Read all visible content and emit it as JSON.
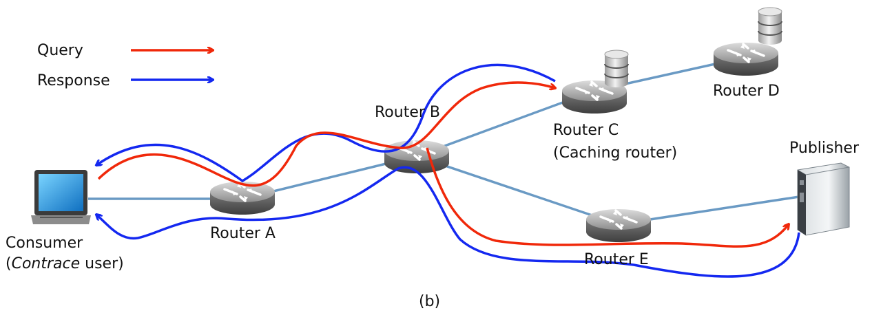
{
  "legend": {
    "query_label": "Query",
    "response_label": "Response"
  },
  "nodes": {
    "consumer_label": "Consumer",
    "consumer_sub_open": "(",
    "consumer_sub_italic": "Contrace",
    "consumer_sub_rest": " user)",
    "router_a": "Router A",
    "router_b": "Router B",
    "router_c": "Router C",
    "router_c_sub": "(Caching router)",
    "router_d": "Router D",
    "router_e": "Router E",
    "publisher": "Publisher"
  },
  "caption": "(b)",
  "colors": {
    "query": "#f0280a",
    "response": "#1428f0",
    "link": "#6a9ac4"
  }
}
